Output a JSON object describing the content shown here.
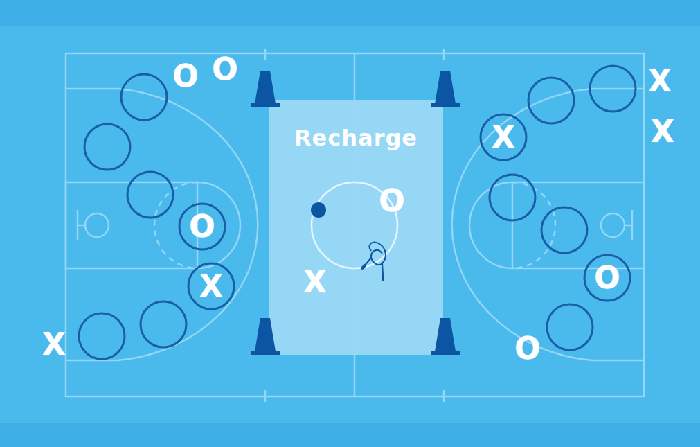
{
  "diagram": {
    "nodes": [
      {
        "text": [
          "Recharge"
        ]
      },
      {
        "text": [
          "O"
        ]
      },
      {
        "text": [
          "X"
        ]
      },
      {
        "text": [
          "X"
        ]
      },
      {
        "text": [
          "O"
        ]
      }
    ],
    "labels": [
      "O",
      "O",
      "X",
      "X",
      "O",
      "X",
      "X",
      "O"
    ]
  }
}
